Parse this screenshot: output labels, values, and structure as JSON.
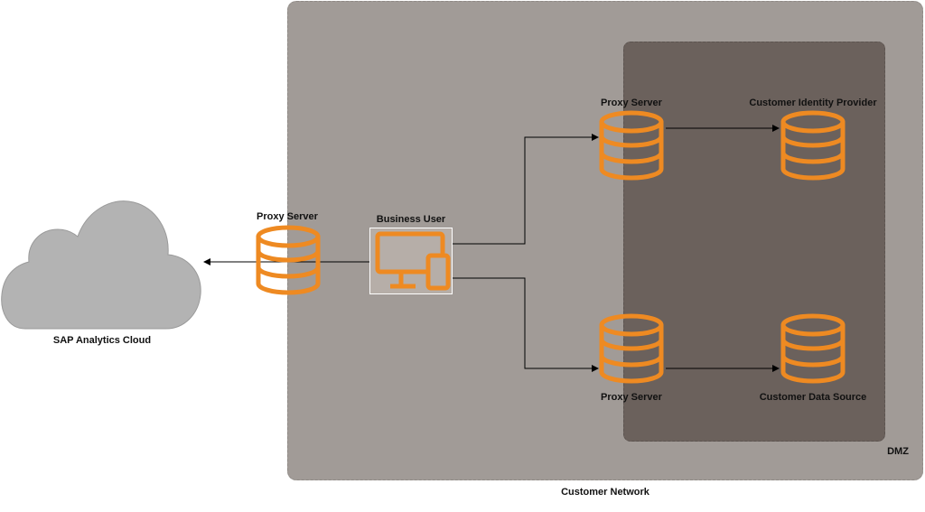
{
  "regions": {
    "customer_network": "Customer Network",
    "dmz": "DMZ"
  },
  "nodes": {
    "cloud": "SAP Analytics Cloud",
    "proxy_outer": "Proxy Server",
    "business_user": "Business User",
    "proxy_top": "Proxy Server",
    "identity_provider": "Customer Identity Provider",
    "proxy_bottom": "Proxy Server",
    "data_source": "Customer Data Source"
  },
  "icons": {
    "cloud": "cloud-icon",
    "proxy": "database-icon",
    "user": "desktop-and-phone-icon"
  },
  "colors": {
    "orange": "#ee8a22",
    "network_bg": "#a19b97",
    "dmz_bg": "#6b615c",
    "cloud": "#b3b3b3"
  }
}
